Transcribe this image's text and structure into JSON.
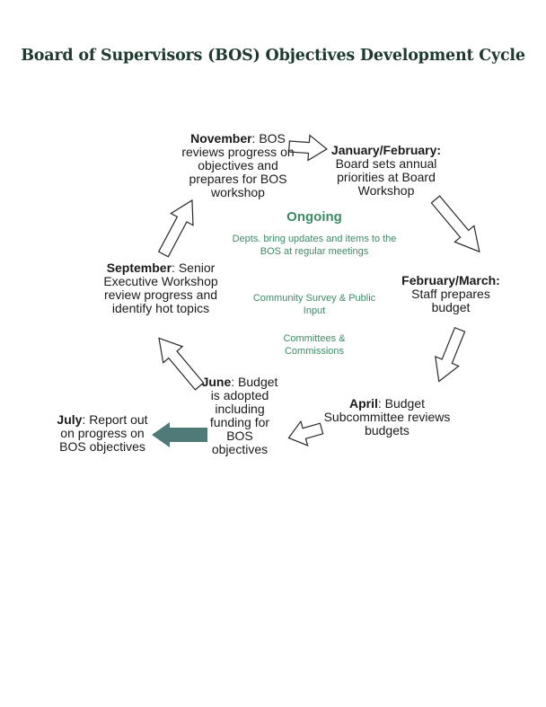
{
  "title": "Board of Supervisors (BOS) Objectives Development Cycle",
  "stages": {
    "november": {
      "label": "November",
      "text": ": BOS reviews progress on objectives and prepares for BOS workshop"
    },
    "january": {
      "label": "January/February:",
      "text": "Board sets annual priorities at Board Workshop"
    },
    "february": {
      "label": "February/March:",
      "text": "Staff prepares budget"
    },
    "april": {
      "label": "April",
      "text": ": Budget Subcommittee reviews budgets"
    },
    "june": {
      "label": "June",
      "text": ": Budget is adopted including funding for BOS objectives"
    },
    "september": {
      "label": "September",
      "text": ": Senior Executive Workshop review progress and identify hot topics"
    },
    "july": {
      "label": "July",
      "text": ": Report out on progress on BOS objectives"
    }
  },
  "ongoing": {
    "title": "Ongoing",
    "items": [
      "Depts. bring updates and items to the BOS at regular meetings",
      "Community Survey & Public Input",
      "Committees & Commissions"
    ]
  },
  "colors": {
    "title": "#1e3a2f",
    "accent": "#3d8a65",
    "output_arrow": "#4f7a78",
    "cycle_arrow_stroke": "#2a2a2a"
  }
}
